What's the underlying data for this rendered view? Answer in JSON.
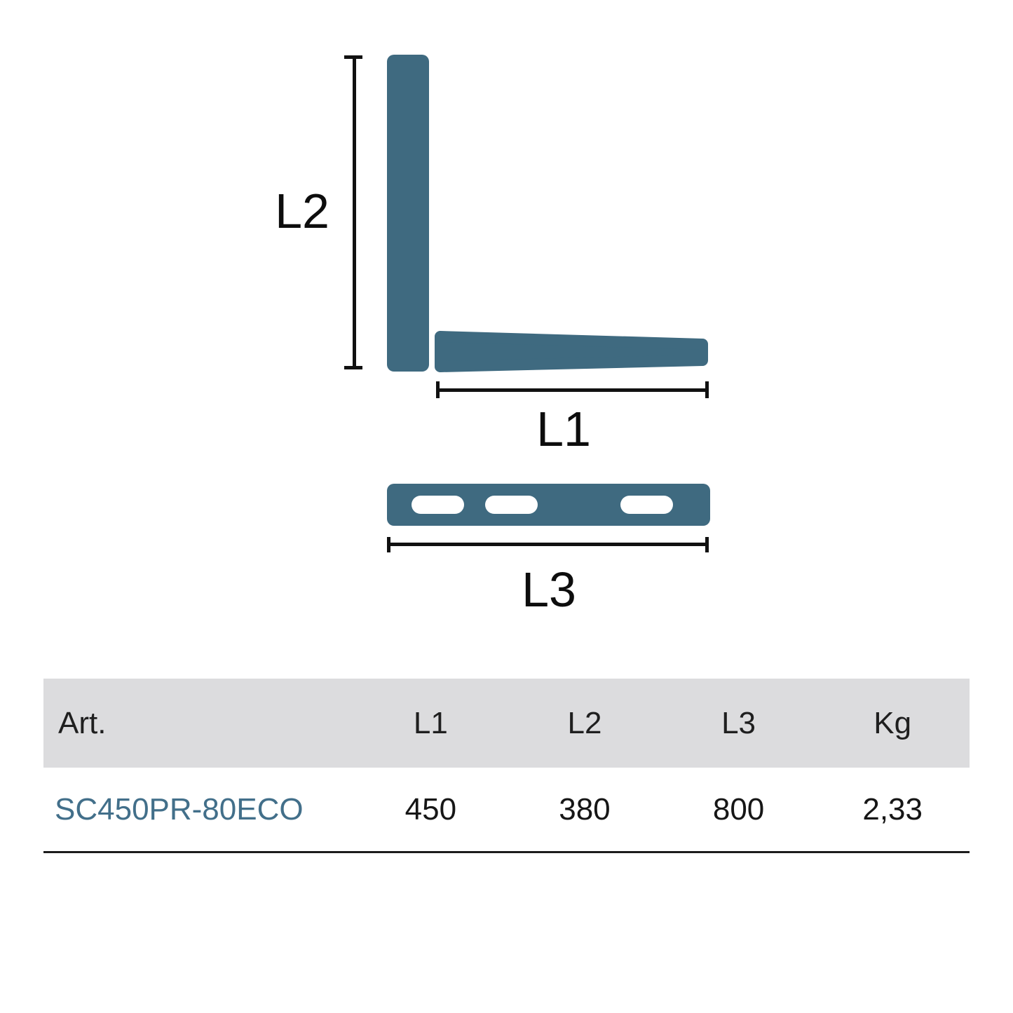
{
  "theme": {
    "teal": "#3f6a80",
    "teal_text": "#426f8a",
    "header_bg": "#dcdcde",
    "line": "#111111",
    "ink": "#1c1c1c"
  },
  "diagram": {
    "labels": {
      "l1": "L1",
      "l2": "L2",
      "l3": "L3"
    }
  },
  "table": {
    "headers": {
      "art": "Art.",
      "l1": "L1",
      "l2": "L2",
      "l3": "L3",
      "kg": "Kg"
    },
    "row": {
      "art": "SC450PR-80ECO",
      "l1": "450",
      "l2": "380",
      "l3": "800",
      "kg": "2,33"
    }
  }
}
